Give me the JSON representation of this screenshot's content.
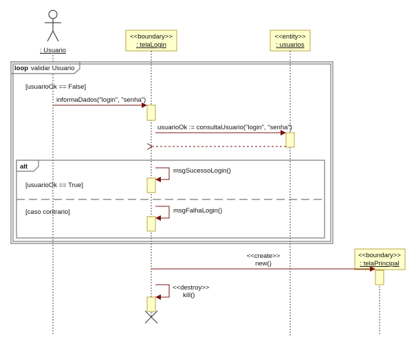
{
  "actor": {
    "label": ": Usuario"
  },
  "lifelines": {
    "telaLogin": {
      "stereotype": "<<boundary>>",
      "name": ": telaLogin"
    },
    "usuarios": {
      "stereotype": "<<entity>>",
      "name": ": usuarios"
    },
    "telaPrincipal": {
      "stereotype": "<<boundary>>",
      "name": ": telaPrincipal"
    }
  },
  "loop": {
    "keyword": "loop",
    "label": "validar Usuario",
    "guard": "[usuarioOk == False]"
  },
  "alt": {
    "keyword": "alt",
    "guard_1": "[usuarioOk == True]",
    "guard_2": "[caso contrario]"
  },
  "messages": {
    "informaDados": "informaDados(\"login\", \"senha\")",
    "consultaUsuario": "usuarioOk := consultaUsuario(\"login\", \"senha\")",
    "msgSucesso": "msgSucessoLogin()",
    "msgFalha": "msgFalhaLogin()",
    "create_stereotype": "<<create>>",
    "create_call": "new()",
    "destroy_stereotype": "<<destroy>>",
    "destroy_call": "kill()"
  }
}
